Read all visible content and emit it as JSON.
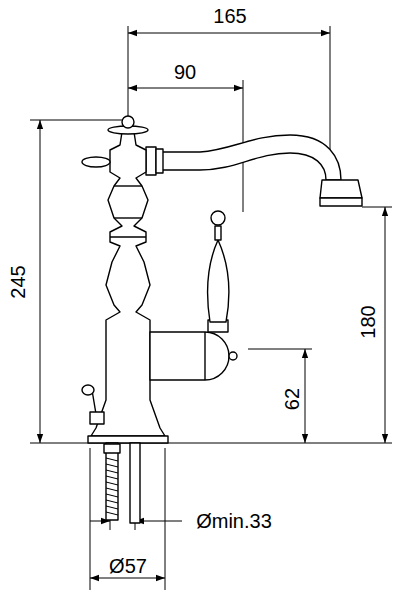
{
  "diagram": {
    "labels": [
      "165",
      "90",
      "245",
      "180",
      "62",
      "Ømin.33",
      "Ø57"
    ]
  }
}
